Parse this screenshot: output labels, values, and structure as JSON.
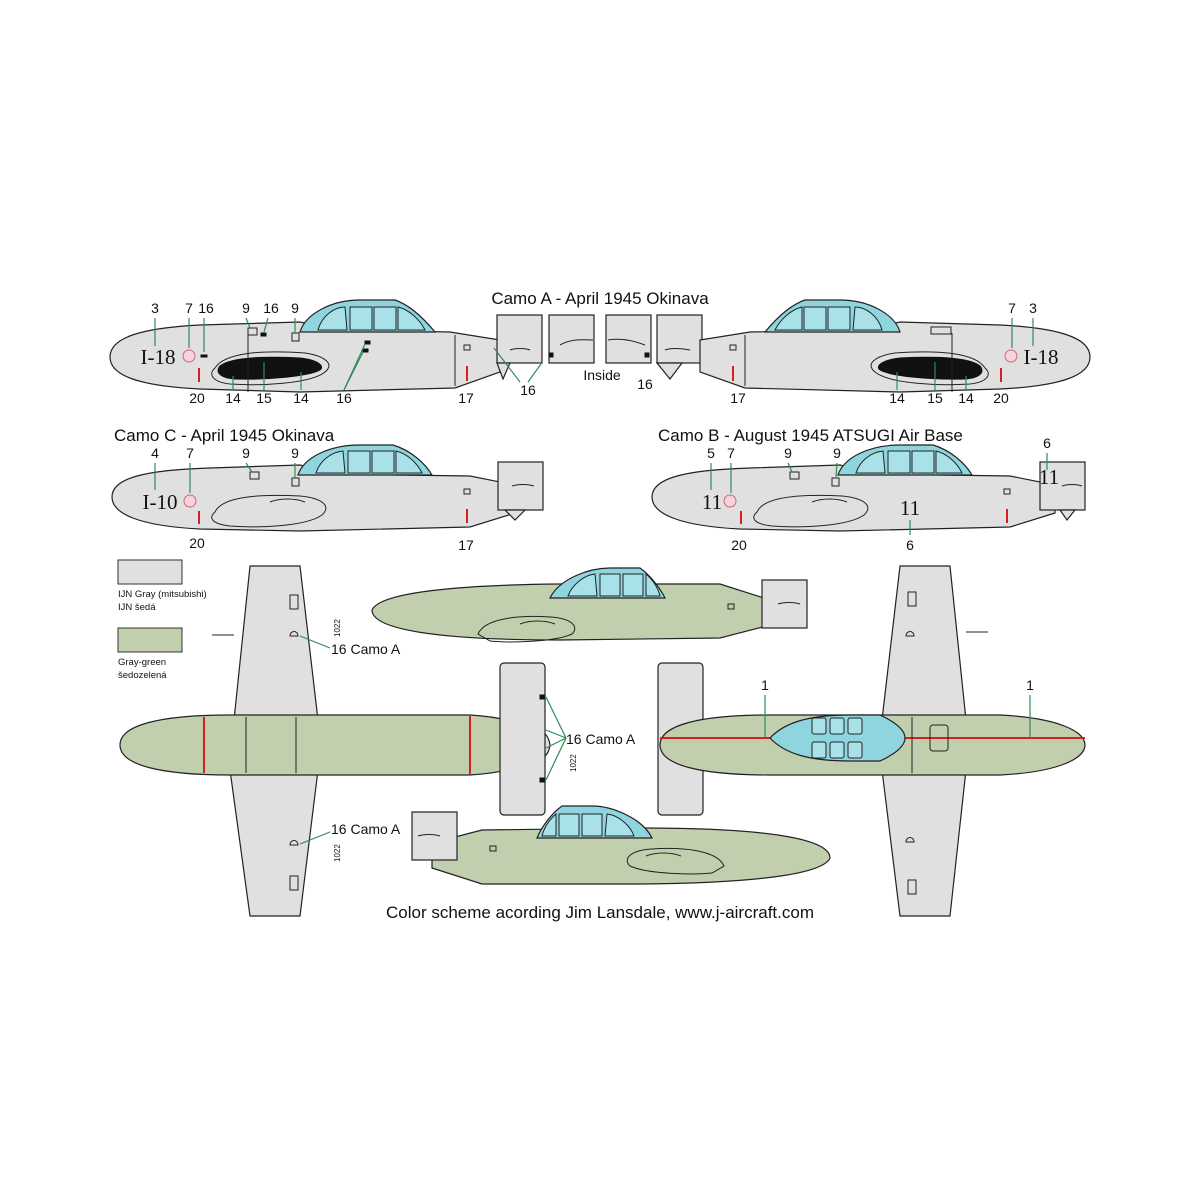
{
  "titles": {
    "camo_a": "Camo A - April 1945 Okinava",
    "camo_c": "Camo C - April 1945 Okinava",
    "camo_b": "Camo B - August 1945 ATSUGI Air Base",
    "credit": "Color scheme acording Jim Lansdale, www.j-aircraft.com"
  },
  "codes": {
    "i18": "I-18",
    "i10": "I-10",
    "c11": "11"
  },
  "labels": {
    "inside": "Inside",
    "camo_a_16": "16 Camo A",
    "n1": "1",
    "n3": "3",
    "n4": "4",
    "n5": "5",
    "n6": "6",
    "n7": "7",
    "n9": "9",
    "n14": "14",
    "n15": "15",
    "n16": "16",
    "n17": "17",
    "n20": "20",
    "stencil": "1022"
  },
  "legend": [
    {
      "color": "#e0e0e0",
      "line1": "IJN Gray (mitsubishi)",
      "line2": "IJN šedá"
    },
    {
      "color": "#c1cfae",
      "line1": "Gray-green",
      "line2": "šedozelená"
    }
  ]
}
